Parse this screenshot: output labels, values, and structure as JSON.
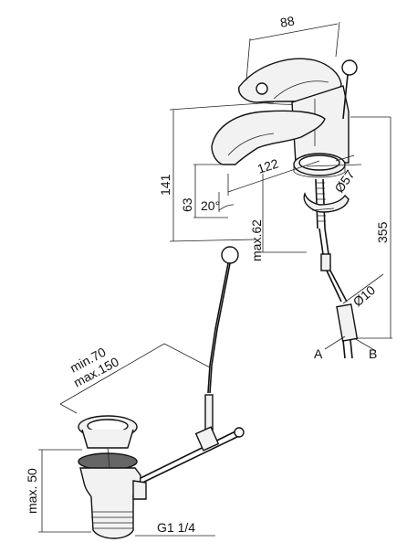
{
  "dimensions": {
    "width_88": "88",
    "height_141": "141",
    "height_63": "63",
    "length_122": "122",
    "angle_20": "20°",
    "max_62": "max.62",
    "dia_57": "Ø57",
    "length_355": "355",
    "dia_10": "Ø10",
    "min_70": "min.70",
    "max_150": "max.150",
    "max_50": "max. 50",
    "thread": "G1 1/4"
  },
  "labels": {
    "hose_a": "A",
    "hose_b": "B"
  }
}
